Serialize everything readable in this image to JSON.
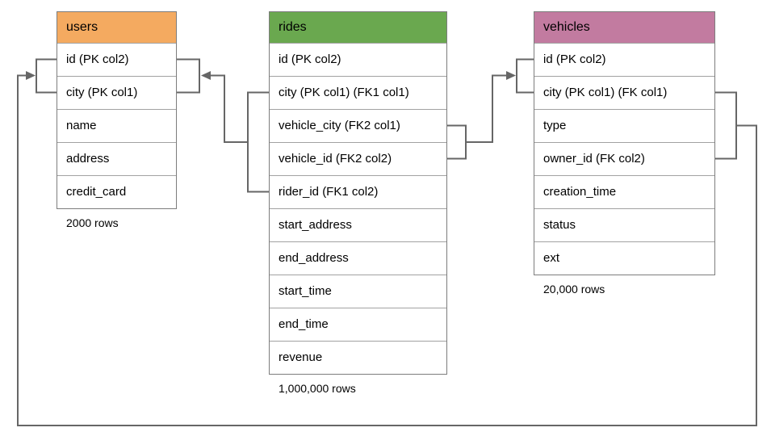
{
  "diagram": {
    "background": "#ffffff",
    "connector_color": "#666666",
    "tables": [
      {
        "name": "users",
        "header_color": "#f4aa60",
        "columns": [
          "id (PK col2)",
          "city (PK col1)",
          "name",
          "address",
          "credit_card"
        ],
        "row_count": "2000 rows"
      },
      {
        "name": "rides",
        "header_color": "#6aa84f",
        "columns": [
          "id (PK col2)",
          "city (PK col1) (FK1 col1)",
          "vehicle_city (FK2 col1)",
          "vehicle_id (FK2 col2)",
          "rider_id (FK1 col2)",
          "start_address",
          "end_address",
          "start_time",
          "end_time",
          "revenue"
        ],
        "row_count": "1,000,000 rows"
      },
      {
        "name": "vehicles",
        "header_color": "#c27ba0",
        "columns": [
          "id (PK col2)",
          "city (PK col1) (FK col1)",
          "type",
          "owner_id (FK col2)",
          "creation_time",
          "status",
          "ext"
        ],
        "row_count": "20,000 rows"
      }
    ],
    "relationships": [
      {
        "id": "FK1",
        "from_table": "rides",
        "from_columns": [
          "city",
          "rider_id"
        ],
        "to_table": "users",
        "to_columns": [
          "id",
          "city"
        ]
      },
      {
        "id": "FK2",
        "from_table": "rides",
        "from_columns": [
          "vehicle_city",
          "vehicle_id"
        ],
        "to_table": "vehicles",
        "to_columns": [
          "id",
          "city"
        ]
      },
      {
        "id": "FK",
        "from_table": "vehicles",
        "from_columns": [
          "city",
          "owner_id"
        ],
        "to_table": "users",
        "to_columns": [
          "id",
          "city"
        ]
      }
    ]
  }
}
